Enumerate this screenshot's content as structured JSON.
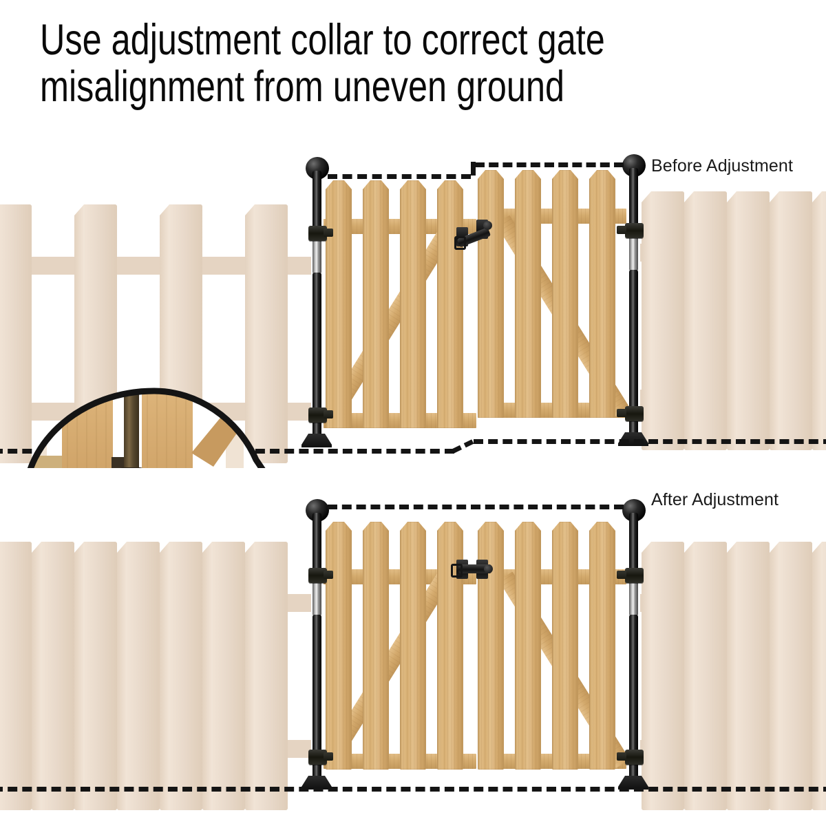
{
  "headline": "Use adjustment collar to correct gate\nmisalignment from uneven ground",
  "colors": {
    "headline_text": "#0a0a0a",
    "label_text": "#1a1a1a",
    "gate_wood": "#d4a96a",
    "background_fence": "#ecddcd",
    "hardware_black": "#141414",
    "dash_line": "#141414",
    "page_background": "#ffffff",
    "collar_metal": "#6b5a3e"
  },
  "panels": [
    {
      "id": "before",
      "label": "Before Adjustment",
      "top_guide_stepped": true,
      "bottom_guide_stepped": true,
      "gate_leaves_aligned": false,
      "latch_state": "misaligned",
      "has_magnifier_callout": true
    },
    {
      "id": "after",
      "label": "After Adjustment",
      "top_guide_stepped": false,
      "bottom_guide_stepped": false,
      "gate_leaves_aligned": true,
      "latch_state": "aligned",
      "has_magnifier_callout": false
    }
  ],
  "callout": {
    "name": "adjustment-collar-detail",
    "shape": "teardrop",
    "depicts": "adjustment collar on gate post with spade anchor"
  },
  "hardware": {
    "post_cap": "ball-cap",
    "collar_count_per_post": 2,
    "base": "spade-anchor-plate"
  }
}
